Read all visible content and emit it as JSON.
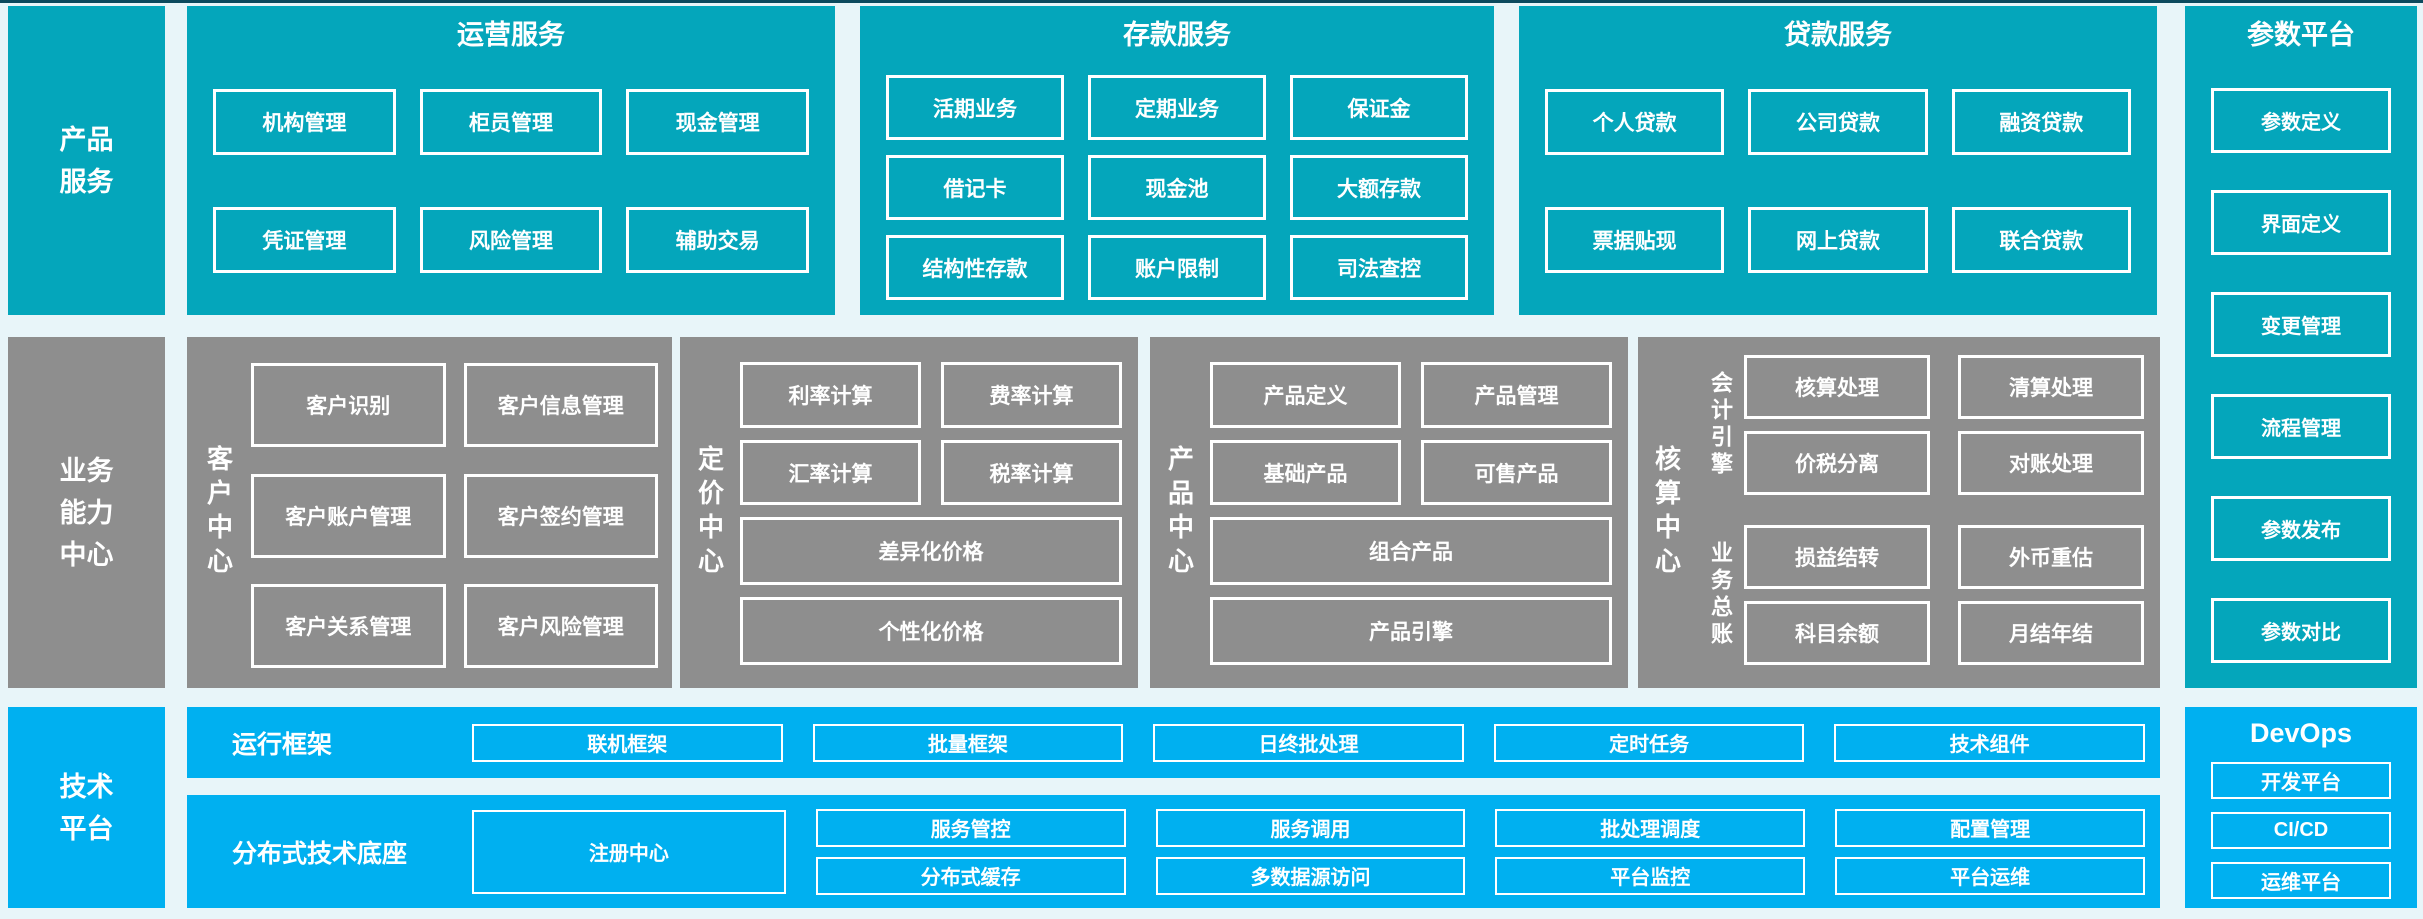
{
  "colors": {
    "teal": "#04A6BB",
    "gray": "#8E8E8E",
    "blue": "#00B0F0",
    "bg": "#E8F5F9",
    "line": "#0C4A5E",
    "box_border": "#FFFFFF",
    "text": "#FFFFFF"
  },
  "sidebars": {
    "product": {
      "lines": [
        "产品",
        "服务"
      ]
    },
    "business": {
      "lines": [
        "业务",
        "能力",
        "中心"
      ]
    },
    "tech": {
      "lines": [
        "技术",
        "平台"
      ]
    }
  },
  "panels": {
    "operation": {
      "title": "运营服务",
      "items": [
        "机构管理",
        "柜员管理",
        "现金管理",
        "凭证管理",
        "风险管理",
        "辅助交易"
      ]
    },
    "deposit": {
      "title": "存款服务",
      "items": [
        "活期业务",
        "定期业务",
        "保证金",
        "借记卡",
        "现金池",
        "大额存款",
        "结构性存款",
        "账户限制",
        "司法查控"
      ]
    },
    "loan": {
      "title": "贷款服务",
      "items": [
        "个人贷款",
        "公司贷款",
        "融资贷款",
        "票据贴现",
        "网上贷款",
        "联合贷款"
      ]
    },
    "parameter": {
      "title": "参数平台",
      "items": [
        "参数定义",
        "界面定义",
        "变更管理",
        "流程管理",
        "参数发布",
        "参数对比"
      ]
    },
    "customer": {
      "label": "客户中心",
      "items": [
        "客户识别",
        "客户信息管理",
        "客户账户管理",
        "客户签约管理",
        "客户关系管理",
        "客户风险管理"
      ]
    },
    "pricing": {
      "label": "定价中心",
      "small": [
        "利率计算",
        "费率计算",
        "汇率计算",
        "税率计算"
      ],
      "wide": [
        "差异化价格",
        "个性化价格"
      ]
    },
    "product_center": {
      "label": "产品中心",
      "small": [
        "产品定义",
        "产品管理",
        "基础产品",
        "可售产品"
      ],
      "wide": [
        "组合产品",
        "产品引擎"
      ]
    },
    "accounting": {
      "label": "核算中心",
      "groups": [
        {
          "label": "会计引擎",
          "items": [
            "核算处理",
            "清算处理",
            "价税分离",
            "对账处理"
          ]
        },
        {
          "label": "业务总账",
          "items": [
            "损益结转",
            "外币重估",
            "科目余额",
            "月结年结"
          ]
        }
      ]
    },
    "runtime": {
      "label": "运行框架",
      "items": [
        "联机框架",
        "批量框架",
        "日终批处理",
        "定时任务",
        "技术组件"
      ]
    },
    "distributed": {
      "label": "分布式技术底座",
      "registry": "注册中心",
      "row1": [
        "服务管控",
        "服务调用",
        "批处理调度",
        "配置管理"
      ],
      "row2": [
        "分布式缓存",
        "多数据源访问",
        "平台监控",
        "平台运维"
      ]
    },
    "devops": {
      "title": "DevOps",
      "items": [
        "开发平台",
        "CI/CD",
        "运维平台"
      ]
    }
  }
}
